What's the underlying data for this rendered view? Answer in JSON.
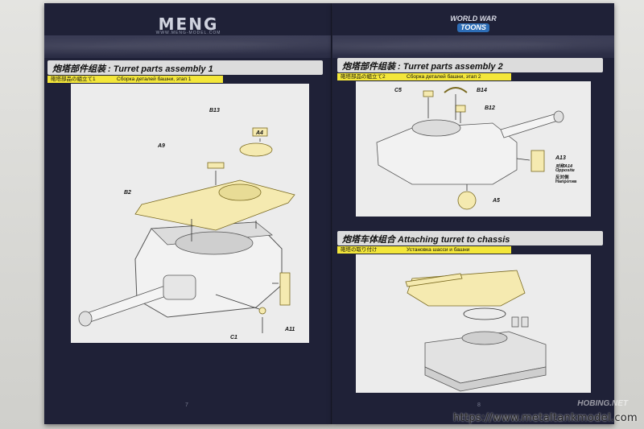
{
  "left": {
    "brand": "MENG",
    "brand_url": "WWW.MENG-MODEL.COM",
    "section_title": "炮塔部件组装 : Turret parts assembly 1",
    "subtitle_jp": "砲塔部品の組立て1",
    "subtitle_ru": "Сборка деталей башни, этап 1",
    "labels": {
      "b13": "B13",
      "a4": "A4",
      "a9": "A9",
      "b2": "B2",
      "c1": "C1",
      "a11": "A11"
    },
    "page_number": "7"
  },
  "right": {
    "brand_line1": "WORLD WAR",
    "brand_line2": "TOONS",
    "section1_title": "炮塔部件组装 : Turret parts assembly 2",
    "section1_jp": "砲塔部品の組立て2",
    "section1_ru": "Сборка деталей башни, этап 2",
    "labels": {
      "c5": "C5",
      "b14": "B14",
      "b12": "B12",
      "a13": "A13",
      "a5": "A5",
      "opp1": "对称A14",
      "opp2": "Opposite",
      "opp3": "反対側",
      "opp4": "Напротив"
    },
    "section2_title": "炮塔车体组合 Attaching turret to chassis",
    "section2_jp": "砲塔の取り付け",
    "section2_ru": "Установка шасси и башни",
    "page_number": "8"
  },
  "watermark_site": "HOBING.NET",
  "watermark_url": "https://www.metaltankmodel.com"
}
